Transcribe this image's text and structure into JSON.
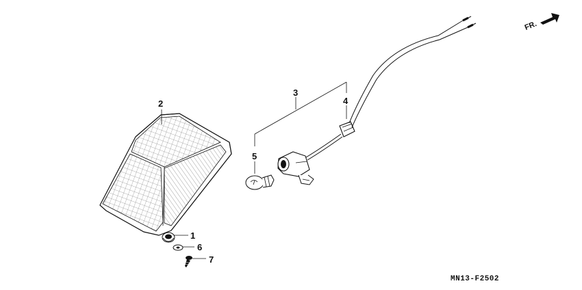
{
  "diagram": {
    "direction_label": "FR.",
    "figure_code": "MN13-F2502",
    "callouts": {
      "p1": "1",
      "p2": "2",
      "p3": "3",
      "p4": "4",
      "p5": "5",
      "p6": "6",
      "p7": "7"
    }
  }
}
